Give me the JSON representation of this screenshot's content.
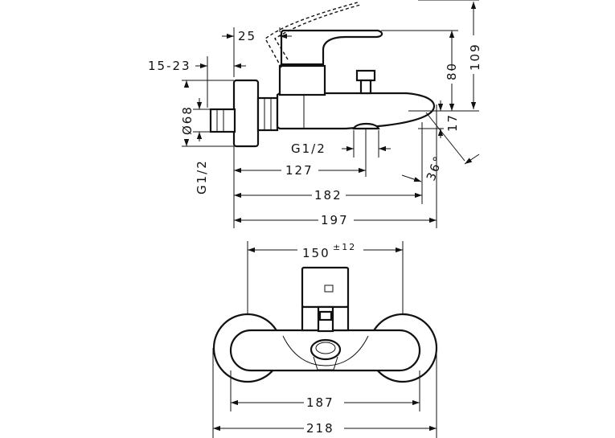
{
  "side_view": {
    "dim_25": "25",
    "dim_15_23": "15-23",
    "dim_dia68": "Ø68",
    "dim_g12_left": "G1/2",
    "dim_g12_bottom": "G1/2",
    "dim_127": "127",
    "dim_182": "182",
    "dim_197": "197",
    "dim_80": "80",
    "dim_109": "109",
    "dim_17": "17",
    "dim_36deg": "36°"
  },
  "front_view": {
    "dim_150": "150",
    "dim_150_tol": "±12",
    "dim_187": "187",
    "dim_218": "218"
  },
  "colors": {
    "line": "#111111",
    "background": "#ffffff"
  }
}
